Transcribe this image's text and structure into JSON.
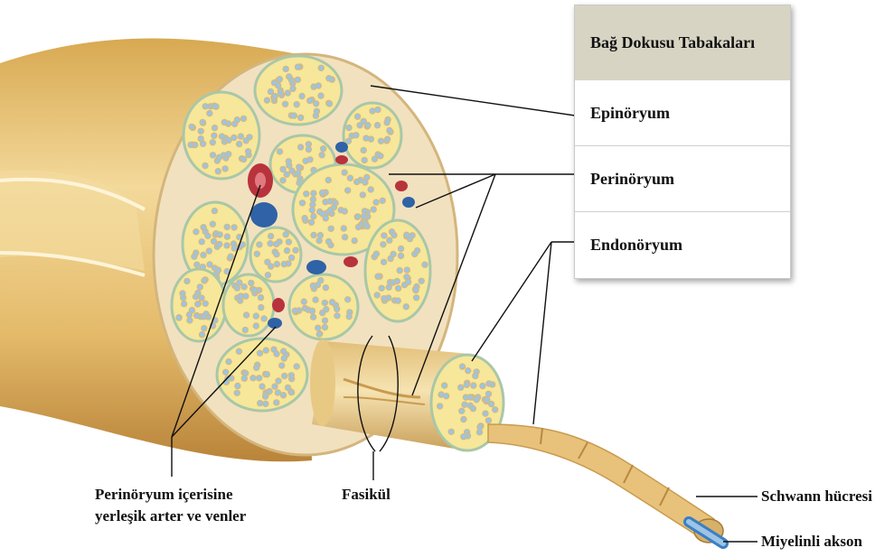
{
  "panel": {
    "title": "Bağ Dokusu Tabakaları",
    "layers": [
      "Epinöryum",
      "Perinöryum",
      "Endonöryum"
    ]
  },
  "labels": {
    "vessels_line1": "Perinöryum içerisine",
    "vessels_line2": "yerleşik arter ve venler",
    "fascicle": "Fasikül",
    "schwann": "Schwann hücresi",
    "axon": "Miyelinli akson"
  },
  "colors": {
    "nerve_outer": "#e9c67a",
    "cross_section": "#f1e1bf",
    "fascicle_fill": "#f6e79a",
    "fascicle_border": "#a9c7a8",
    "axon_blue": "#9cc4e4",
    "artery": "#b8333c",
    "vein": "#2f62a6",
    "panel_header": "#d8d4c4"
  }
}
